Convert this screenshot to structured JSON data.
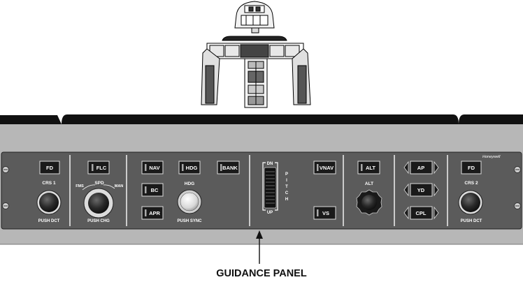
{
  "brand": "Honeywell",
  "caption": "GUIDANCE PANEL",
  "left_section": {
    "fd_label": "FD",
    "crs_label": "CRS 1",
    "push_label": "PUSH DCT"
  },
  "speed_section": {
    "flc_label": "FLC",
    "fms_label": "FMS",
    "spd_label": "SPD",
    "man_label": "MAN",
    "push_label": "PUSH CHG"
  },
  "lateral_section": {
    "nav_label": "NAV",
    "hdg_button_label": "HDG",
    "bank_label": "BANK",
    "bc_label": "BC",
    "apr_label": "APR",
    "hdg_knob_label": "HDG",
    "push_label": "PUSH SYNC"
  },
  "pitch_section": {
    "dn_label": "DN",
    "up_label": "UP",
    "pitch_letters": [
      "P",
      "I",
      "T",
      "C",
      "H"
    ],
    "vnav_label": "VNAV",
    "vs_label": "VS"
  },
  "alt_section": {
    "alt_button_label": "ALT",
    "alt_knob_label": "ALT"
  },
  "ap_section": {
    "ap_label": "AP",
    "yd_label": "YD",
    "cpl_label": "CPL"
  },
  "right_section": {
    "fd_label": "FD",
    "crs_label": "CRS 2",
    "push_label": "PUSH DCT"
  }
}
